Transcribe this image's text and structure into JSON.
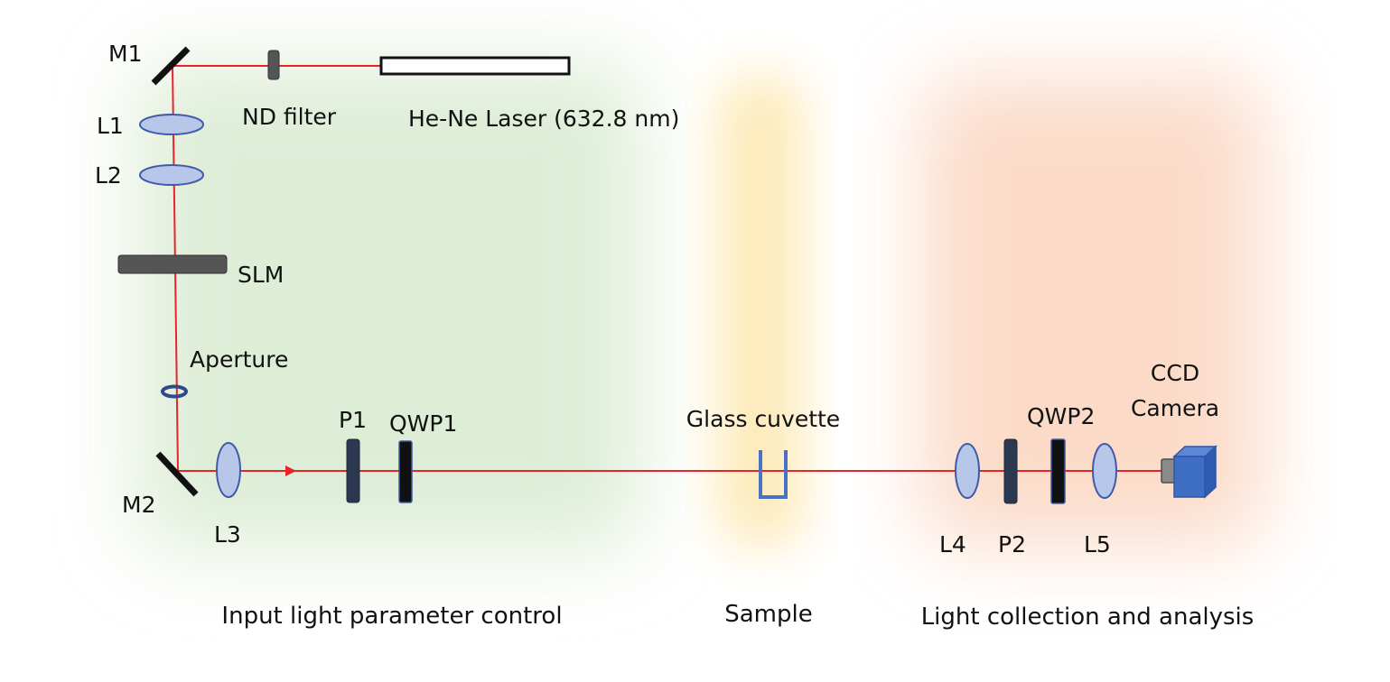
{
  "labels": {
    "m1": "M1",
    "nd_filter": "ND filter",
    "laser": "He-Ne Laser (632.8 nm)",
    "l1": "L1",
    "l2": "L2",
    "slm": "SLM",
    "aperture": "Aperture",
    "m2": "M2",
    "l3": "L3",
    "p1": "P1",
    "qwp1": "QWP1",
    "glass_cuvette": "Glass cuvette",
    "l4": "L4",
    "p2": "P2",
    "qwp2": "QWP2",
    "l5": "L5",
    "ccd_line1": "CCD",
    "ccd_line2": "Camera"
  },
  "sections": {
    "input": "Input light parameter control",
    "sample": "Sample",
    "collection": "Light collection and analysis"
  },
  "colors": {
    "beam": "#e8242b",
    "lens_fill": "#b7c7ea",
    "lens_stroke": "#3e5aa8",
    "element_dark": "#555555",
    "polarizer": "#2b3850",
    "waveplate": "#111111",
    "cuvette": "#4a72c4",
    "camera": "#3f6fc4",
    "region_input": "#d9ead0",
    "region_sample": "#fde9b5",
    "region_collection": "#fbd7c2"
  },
  "icons": {
    "camera": "ccd-camera-icon",
    "mirror": "mirror-icon",
    "lens": "lens-icon"
  }
}
